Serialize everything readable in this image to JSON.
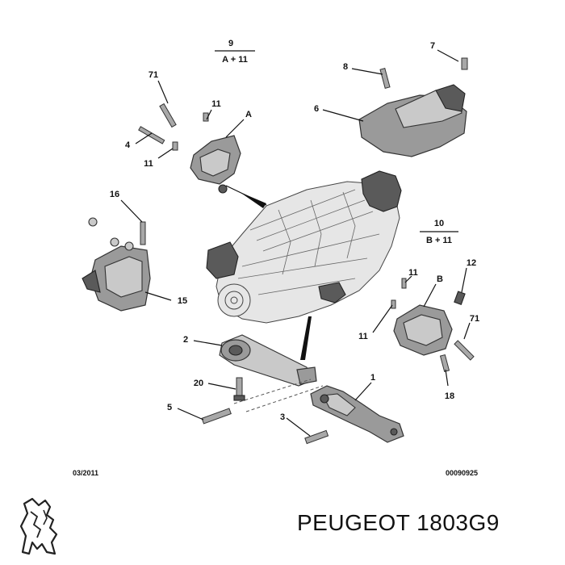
{
  "callouts": {
    "c9": "9",
    "c9_sub": "A + 11",
    "c71_top": "71",
    "c11_a": "11",
    "cA": "A",
    "c4": "4",
    "c11_b": "11",
    "c7": "7",
    "c8": "8",
    "c6": "6",
    "c16": "16",
    "c15": "15",
    "c10": "10",
    "c10_sub": "B + 11",
    "c11_c": "11",
    "cB": "B",
    "c12": "12",
    "c71_right": "71",
    "c11_d": "11",
    "c18": "18",
    "c2": "2",
    "c20": "20",
    "c1": "1",
    "c5": "5",
    "c3": "3"
  },
  "footer": {
    "date": "03/2011",
    "ref": "00090925"
  },
  "brand": {
    "text": "PEUGEOT 1803G9"
  }
}
